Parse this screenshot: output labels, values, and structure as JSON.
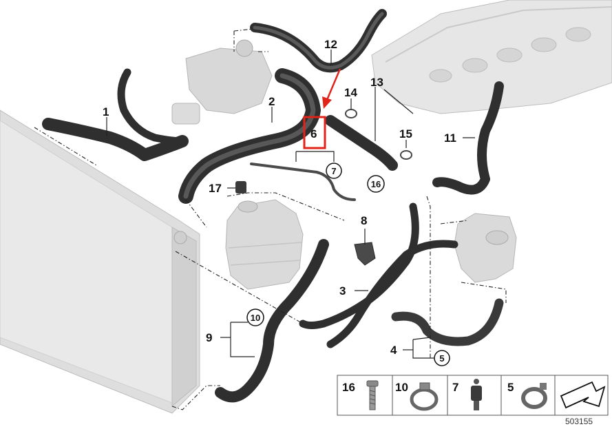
{
  "callouts": {
    "c1": "1",
    "c2": "2",
    "c3": "3",
    "c4": "4",
    "c6": "6",
    "c8": "8",
    "c9": "9",
    "c11": "11",
    "c12": "12",
    "c13": "13",
    "c14": "14",
    "c15": "15",
    "c17": "17"
  },
  "circled": {
    "r7": "7",
    "r16": "16",
    "r10": "10",
    "r5": "5"
  },
  "legend": {
    "l16": "16",
    "l10": "10",
    "l7": "7",
    "l5": "5"
  },
  "diagram_id": "503155",
  "highlight_color": "#e2231a",
  "hose_color": "#3a3a3a",
  "part_color": "#d4d4d4"
}
